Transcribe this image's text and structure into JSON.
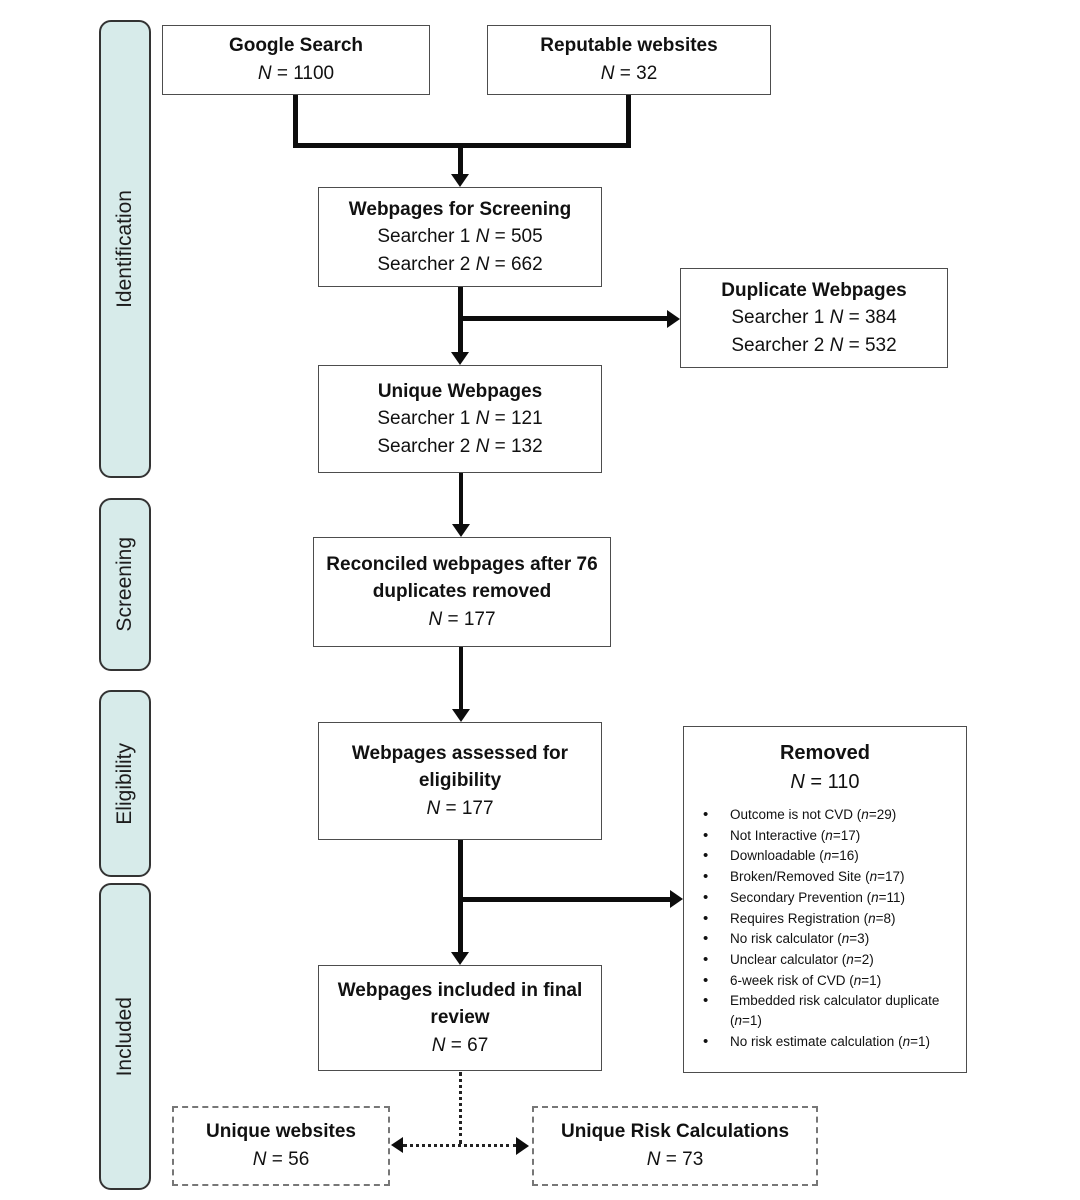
{
  "sidebar": {
    "stages": [
      {
        "label": "Identification"
      },
      {
        "label": "Screening"
      },
      {
        "label": "Eligibility"
      },
      {
        "label": "Included"
      }
    ]
  },
  "colors": {
    "stage_fill": "#d7ebea",
    "stage_border": "#333333",
    "box_border": "#4d4d4d",
    "arrow": "#0d0d0d"
  },
  "boxes": {
    "google_search": {
      "title": "Google Search",
      "lines": [
        {
          "pre": "",
          "n": "N",
          "post": " = 1100"
        }
      ]
    },
    "reputable_websites": {
      "title": "Reputable websites",
      "lines": [
        {
          "pre": "",
          "n": "N",
          "post": " = 32"
        }
      ]
    },
    "webpages_screening": {
      "title": "Webpages for Screening",
      "lines": [
        {
          "pre": "Searcher 1 ",
          "n": "N",
          "post": " = 505"
        },
        {
          "pre": "Searcher 2 ",
          "n": "N",
          "post": " = 662"
        }
      ]
    },
    "duplicate_webpages": {
      "title": "Duplicate Webpages",
      "lines": [
        {
          "pre": "Searcher 1 ",
          "n": "N",
          "post": " = 384"
        },
        {
          "pre": "Searcher 2 ",
          "n": "N",
          "post": " = 532"
        }
      ]
    },
    "unique_webpages": {
      "title": "Unique Webpages",
      "lines": [
        {
          "pre": "Searcher 1 ",
          "n": "N",
          "post": " = 121"
        },
        {
          "pre": "Searcher 2 ",
          "n": "N",
          "post": " = 132"
        }
      ]
    },
    "reconciled": {
      "title": "Reconciled webpages after 76 duplicates removed",
      "lines": [
        {
          "pre": "",
          "n": "N",
          "post": " = 177"
        }
      ]
    },
    "assessed": {
      "title": "Webpages assessed for eligibility",
      "lines": [
        {
          "pre": "",
          "n": "N",
          "post": " = 177"
        }
      ]
    },
    "removed": {
      "title": "Removed",
      "lines": [
        {
          "pre": "",
          "n": "N",
          "post": " = 110"
        }
      ],
      "bullets": [
        {
          "pre": "Outcome is not CVD (",
          "n": "n",
          "post": "=29)"
        },
        {
          "pre": "Not Interactive (",
          "n": "n",
          "post": "=17)"
        },
        {
          "pre": "Downloadable (",
          "n": "n",
          "post": "=16)"
        },
        {
          "pre": "Broken/Removed Site (",
          "n": "n",
          "post": "=17)"
        },
        {
          "pre": "Secondary Prevention (",
          "n": "n",
          "post": "=11)"
        },
        {
          "pre": "Requires Registration (",
          "n": "n",
          "post": "=8)"
        },
        {
          "pre": "No risk calculator (",
          "n": "n",
          "post": "=3)"
        },
        {
          "pre": "Unclear calculator (",
          "n": "n",
          "post": "=2)"
        },
        {
          "pre": "6-week risk of CVD (",
          "n": "n",
          "post": "=1)"
        },
        {
          "pre": "Embedded risk calculator duplicate (",
          "n": "n",
          "post": "=1)"
        },
        {
          "pre": "No risk estimate calculation (",
          "n": "n",
          "post": "=1)"
        }
      ]
    },
    "included_final": {
      "title": "Webpages included in final review",
      "lines": [
        {
          "pre": "",
          "n": "N",
          "post": " = 67"
        }
      ]
    },
    "unique_websites": {
      "title": "Unique websites",
      "lines": [
        {
          "pre": "",
          "n": "N",
          "post": " = 56"
        }
      ]
    },
    "unique_risk": {
      "title": "Unique Risk Calculations",
      "lines": [
        {
          "pre": "",
          "n": "N",
          "post": " = 73"
        }
      ]
    }
  }
}
